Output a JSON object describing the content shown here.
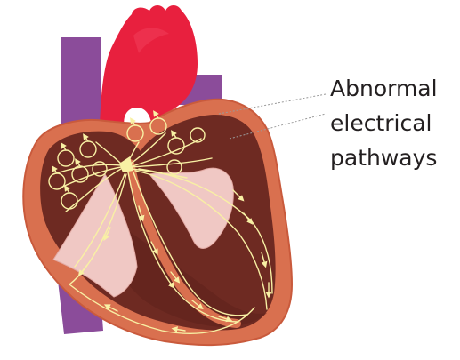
{
  "label": {
    "lines": [
      "Abnormal",
      "electrical",
      "pathways"
    ]
  },
  "colors": {
    "aorta": "#e8203e",
    "aorta_highlight": "#f5506a",
    "vessels": "#8b4c9a",
    "muscle": "#d9704f",
    "muscle_outline": "#c95a3c",
    "chamber": "#6e2a22",
    "chamber_dark": "#5e211b",
    "valve": "#f0c8c4",
    "valve_edge": "#e3aaa4",
    "pathway": "#f8f0a4",
    "leader_line": "#9a9a9a",
    "text": "#231f20"
  }
}
